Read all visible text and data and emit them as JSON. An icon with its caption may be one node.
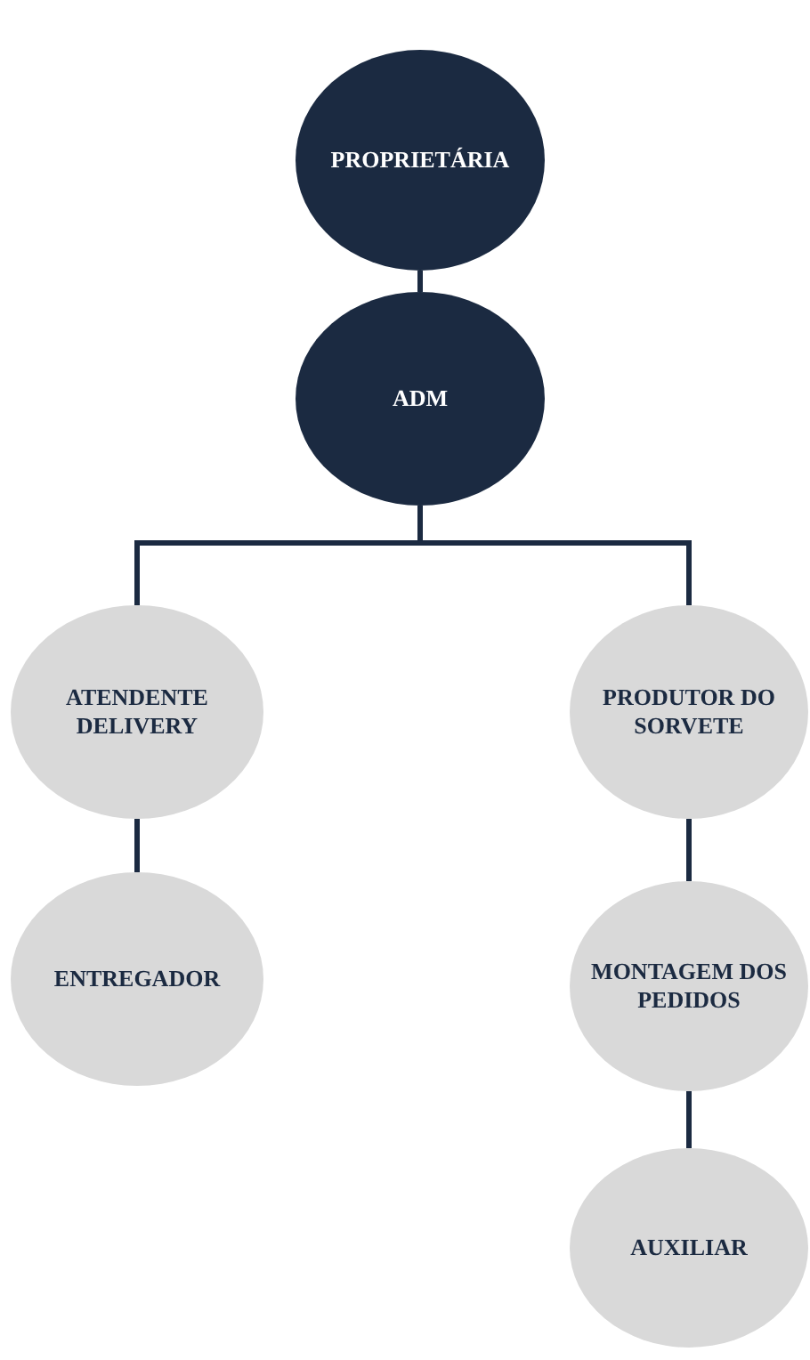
{
  "diagram": {
    "nodes": [
      {
        "text": [
          "PROPRIETÁRIA"
        ]
      },
      {
        "text": [
          "ADM"
        ]
      },
      {
        "text": [
          "ATENDENTE DELIVERY"
        ]
      },
      {
        "text": [
          "ENTREGADOR"
        ]
      },
      {
        "text": [
          "PRODUTOR DO SORVETE"
        ]
      },
      {
        "text": [
          "MONTAGEM DOS PEDIDOS"
        ]
      },
      {
        "text": [
          "AUXILIAR"
        ]
      }
    ],
    "edges": [
      {
        "from": 0,
        "to": 1,
        "arrow": "none"
      },
      {
        "from": 1,
        "to": 2,
        "arrow": "none"
      },
      {
        "from": 1,
        "to": 4,
        "arrow": "none"
      },
      {
        "from": 2,
        "to": 3,
        "arrow": "none"
      },
      {
        "from": 4,
        "to": 5,
        "arrow": "none"
      },
      {
        "from": 5,
        "to": 6,
        "arrow": "none"
      }
    ]
  }
}
